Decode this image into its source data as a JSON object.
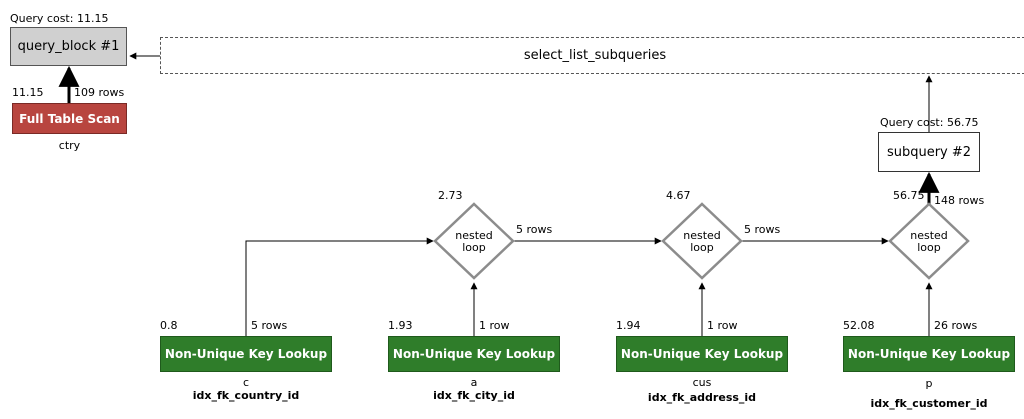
{
  "query_block": {
    "cost_label": "Query cost: 11.15",
    "title": "query_block #1"
  },
  "select_list": {
    "label": "select_list_subqueries"
  },
  "full_scan": {
    "cost": "11.15",
    "rows": "109 rows",
    "label": "Full Table Scan",
    "table": "ctry"
  },
  "subquery": {
    "cost_label": "Query cost: 56.75",
    "title": "subquery #2",
    "cost": "56.75",
    "rows": "148 rows"
  },
  "loops": [
    {
      "cost": "2.73",
      "label_top": "nested",
      "label_bottom": "loop",
      "rows_out": "5 rows"
    },
    {
      "cost": "4.67",
      "label_top": "nested",
      "label_bottom": "loop",
      "rows_out": "5 rows"
    },
    {
      "cost": "",
      "label_top": "nested",
      "label_bottom": "loop",
      "rows_out": ""
    }
  ],
  "lookups": [
    {
      "cost": "0.8",
      "rows": "5 rows",
      "label": "Non-Unique Key Lookup",
      "table": "c",
      "index": "idx_fk_country_id"
    },
    {
      "cost": "1.93",
      "rows": "1 row",
      "label": "Non-Unique Key Lookup",
      "table": "a",
      "index": "idx_fk_city_id"
    },
    {
      "cost": "1.94",
      "rows": "1 row",
      "label": "Non-Unique Key Lookup",
      "table": "cus",
      "index": "idx_fk_address_id"
    },
    {
      "cost": "52.08",
      "rows": "26 rows",
      "label": "Non-Unique Key Lookup",
      "table": "p",
      "index": "idx_fk_customer_id"
    }
  ],
  "colors": {
    "full_scan": "#b8453f",
    "lookup": "#2f7d2a",
    "query_block": "#d0d0d0",
    "loop_stroke": "#8c8c8c"
  }
}
